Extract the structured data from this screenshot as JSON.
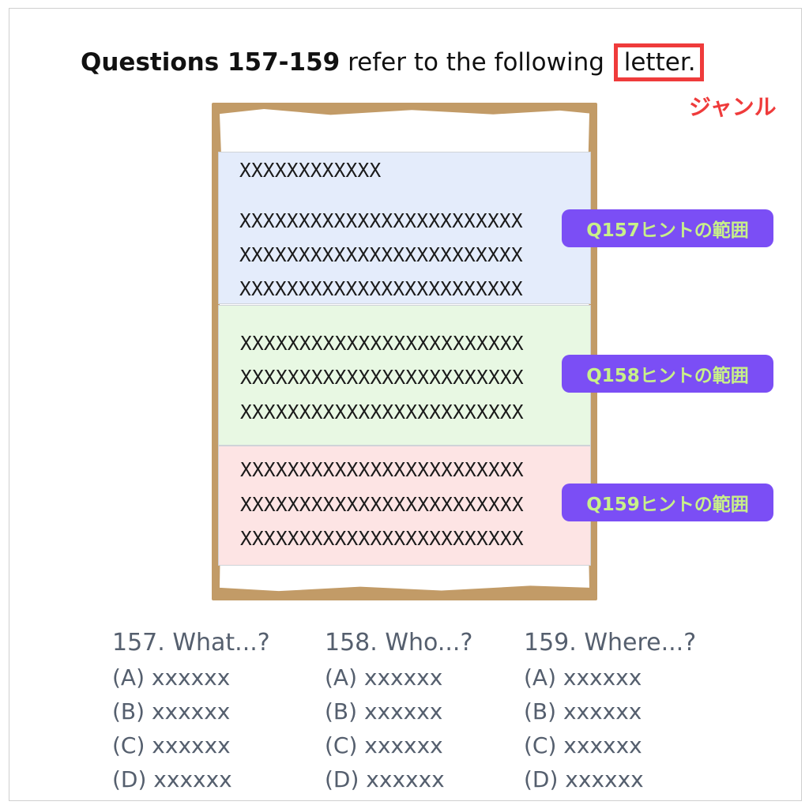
{
  "heading": {
    "bold": "Questions 157-159",
    "rest": " refer to the following ",
    "genre_word": "letter."
  },
  "genre_label": "ジャンル",
  "letter": {
    "band1_lines": [
      "XXXXXXXXXXXX",
      "XXXXXXXXXXXXXXXXXXXXXXXX",
      "XXXXXXXXXXXXXXXXXXXXXXXX",
      "XXXXXXXXXXXXXXXXXXXXXXXX"
    ],
    "band2_lines": [
      "XXXXXXXXXXXXXXXXXXXXXXXX",
      "XXXXXXXXXXXXXXXXXXXXXXXX",
      "XXXXXXXXXXXXXXXXXXXXXXXX"
    ],
    "band3_lines": [
      "XXXXXXXXXXXXXXXXXXXXXXXX",
      "XXXXXXXXXXXXXXXXXXXXXXXX",
      "XXXXXXXXXXXXXXXXXXXXXXXX"
    ]
  },
  "hints": [
    "Q157ヒントの範囲",
    "Q158ヒントの範囲",
    "Q159ヒントの範囲"
  ],
  "questions": [
    {
      "title": "157. What...?",
      "options": [
        "(A) xxxxxx",
        "(B) xxxxxx",
        "(C) xxxxxx",
        "(D) xxxxxx"
      ]
    },
    {
      "title": "158. Who...?",
      "options": [
        "(A) xxxxxx",
        "(B) xxxxxx",
        "(C) xxxxxx",
        "(D) xxxxxx"
      ]
    },
    {
      "title": "159. Where...?",
      "options": [
        "(A) xxxxxx",
        "(B) xxxxxx",
        "(C) xxxxxx",
        "(D) xxxxxx"
      ]
    }
  ],
  "colors": {
    "genre_red": "#ef3b3b",
    "badge_purple": "#7b4ef5",
    "badge_text_green": "#c8f089",
    "band_blue": "#e4ecfb",
    "band_green": "#e8f8e3",
    "band_pink": "#fde4e4",
    "letter_frame": "#c29b67"
  }
}
